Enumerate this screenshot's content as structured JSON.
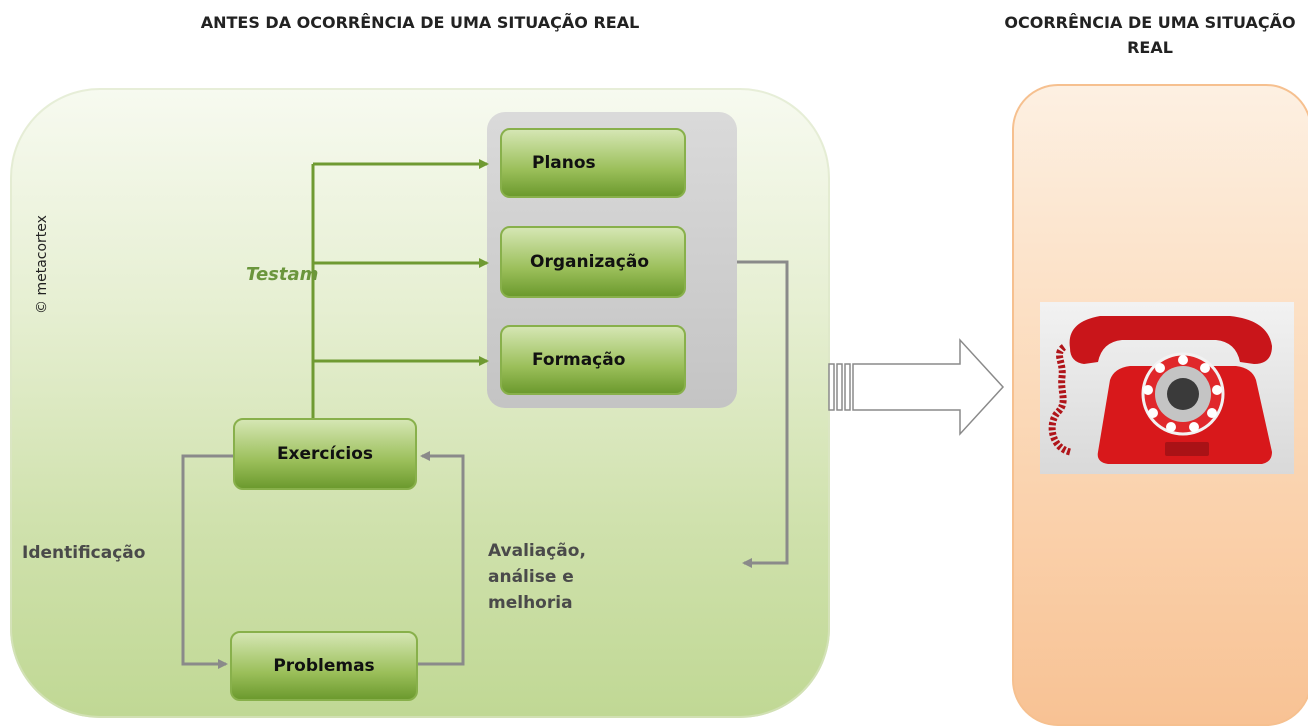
{
  "titles": {
    "left": "ANTES DA OCORRÊNCIA DE UMA SITUAÇÃO REAL",
    "right": "OCORRÊNCIA DE UMA SITUAÇÃO REAL"
  },
  "copyright": "© metacortex",
  "boxes": {
    "planos": "Planos",
    "organizacao": "Organização",
    "formacao": "Formação",
    "exercicios": "Exercícios",
    "problemas": "Problemas"
  },
  "labels": {
    "testam": "Testam",
    "identificacao": "Identificação",
    "avaliacao": "Avaliação, análise e melhoria"
  },
  "colors": {
    "green_accent": "#6b963c",
    "connector_green": "#6f9a32",
    "connector_gray": "#8a8a8a",
    "phone_red": "#d8181b"
  },
  "icons": {
    "arrow": "right-arrow-icon",
    "phone": "rotary-phone-icon"
  }
}
